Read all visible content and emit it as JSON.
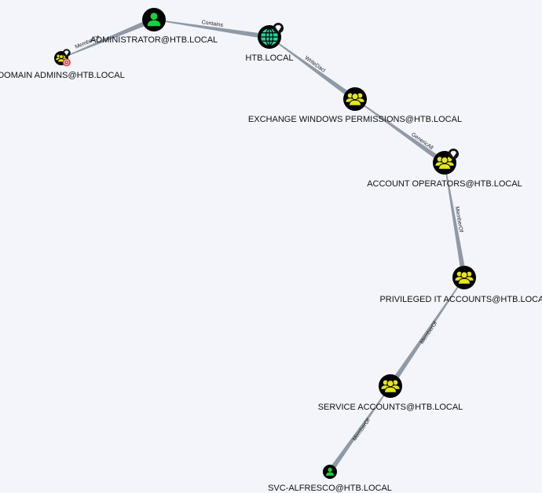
{
  "colors": {
    "background": "#f3f5fa",
    "edge": "#7d8a96",
    "user": "#19d13a",
    "group": "#e6e61a",
    "domain": "#1fd69a",
    "target": "#d23a3a"
  },
  "nodes": [
    {
      "id": "da",
      "label": "DOMAIN ADMINS@HTB.LOCAL",
      "type": "group",
      "icon": "group-icon",
      "badges": [
        "high-value-icon",
        "target-icon"
      ]
    },
    {
      "id": "admin",
      "label": "ADMINISTRATOR@HTB.LOCAL",
      "type": "user",
      "icon": "user-icon",
      "badges": []
    },
    {
      "id": "htb",
      "label": "HTB.LOCAL",
      "type": "domain",
      "icon": "globe-icon",
      "badges": [
        "high-value-icon"
      ]
    },
    {
      "id": "ewp",
      "label": "EXCHANGE WINDOWS PERMISSIONS@HTB.LOCAL",
      "type": "group",
      "icon": "group-icon",
      "badges": []
    },
    {
      "id": "ao",
      "label": "ACCOUNT OPERATORS@HTB.LOCAL",
      "type": "group",
      "icon": "group-icon",
      "badges": [
        "high-value-icon"
      ]
    },
    {
      "id": "pit",
      "label": "PRIVILEGED IT ACCOUNTS@HTB.LOCAL",
      "type": "group",
      "icon": "group-icon",
      "badges": []
    },
    {
      "id": "sa",
      "label": "SERVICE ACCOUNTS@HTB.LOCAL",
      "type": "group",
      "icon": "group-icon",
      "badges": []
    },
    {
      "id": "svc",
      "label": "SVC-ALFRESCO@HTB.LOCAL",
      "type": "user",
      "icon": "user-icon",
      "badges": []
    }
  ],
  "edges": [
    {
      "from": "da",
      "to": "admin",
      "label": "MemberOf"
    },
    {
      "from": "admin",
      "to": "htb",
      "label": "Contains"
    },
    {
      "from": "htb",
      "to": "ewp",
      "label": "WriteDacl"
    },
    {
      "from": "ewp",
      "to": "ao",
      "label": "GenericAll"
    },
    {
      "from": "ao",
      "to": "pit",
      "label": "MemberOf"
    },
    {
      "from": "pit",
      "to": "sa",
      "label": "MemberOf"
    },
    {
      "from": "sa",
      "to": "svc",
      "label": "MemberOf"
    }
  ]
}
